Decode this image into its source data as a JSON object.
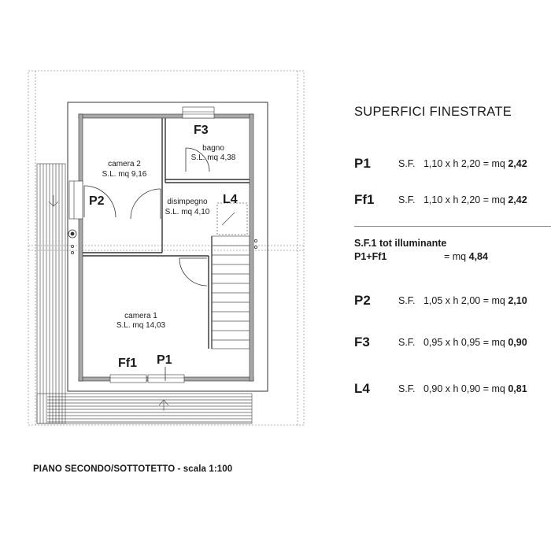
{
  "plan": {
    "rooms": [
      {
        "name": "camera 2",
        "area": "S.L. mq 9,16"
      },
      {
        "name": "bagno",
        "area": "S.L. mq 4,38"
      },
      {
        "name": "disimpegno",
        "area": "S.L. mq 4,10"
      },
      {
        "name": "camera 1",
        "area": "S.L. mq 14,03"
      }
    ],
    "opening_labels": [
      "F3",
      "P2",
      "L4",
      "Ff1",
      "P1"
    ]
  },
  "caption": "PIANO SECONDO/SOTTOTETTO - scala 1:100",
  "legend": {
    "title": "SUPERFICI FINESTRATE",
    "rows": [
      {
        "code": "P1",
        "prefix": "S.F.",
        "dims": "1,10 x h 2,20",
        "eq": "= mq",
        "value": "2,42"
      },
      {
        "code": "Ff1",
        "prefix": "S.F.",
        "dims": "1,10 x h 2,20",
        "eq": "= mq",
        "value": "2,42"
      }
    ],
    "total": {
      "title": "S.F.1 tot illuminante",
      "lhs": "P1+Ff1",
      "eq": "= mq",
      "value": "4,84"
    },
    "rows2": [
      {
        "code": "P2",
        "prefix": "S.F.",
        "dims": "1,05 x h 2,00",
        "eq": "= mq",
        "value": "2,10"
      },
      {
        "code": "F3",
        "prefix": "S.F.",
        "dims": "0,95 x h 0,95",
        "eq": "= mq",
        "value": "0,90"
      },
      {
        "code": "L4",
        "prefix": "S.F.",
        "dims": "0,90 x h 0,90",
        "eq": "= mq",
        "value": "0,81"
      }
    ]
  }
}
